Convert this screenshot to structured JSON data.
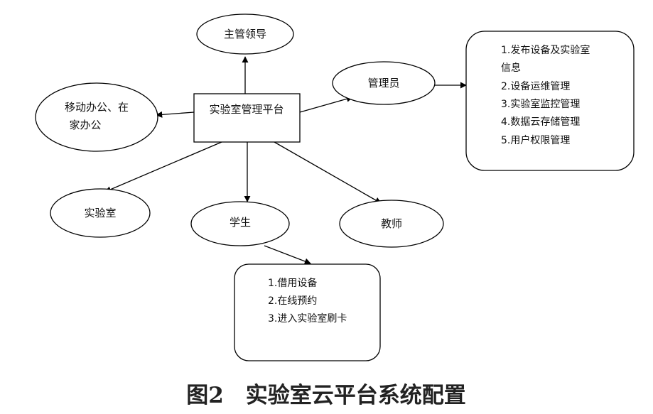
{
  "diagram": {
    "center": {
      "label": "实验室管理平台"
    },
    "nodes": {
      "leader": "主管领导",
      "admin": "管理员",
      "mobile_line1": "移动办公、在",
      "mobile_line2": "家办公",
      "lab": "实验室",
      "student": "学生",
      "teacher": "教师"
    },
    "admin_functions": [
      "1.发布设备及实验室",
      "信息",
      "2.设备运维管理",
      "3.实验室监控管理",
      "4.数据云存储管理",
      "5.用户权限管理"
    ],
    "student_functions": [
      "1.借用设备",
      "2.在线预约",
      "3.进入实验室刷卡"
    ]
  },
  "caption": "图2　实验室云平台系统配置"
}
